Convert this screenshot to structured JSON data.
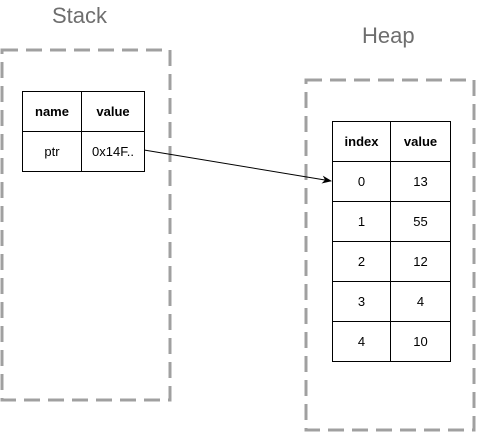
{
  "stack": {
    "title": "Stack",
    "headers": {
      "name": "name",
      "value": "value"
    },
    "rows": [
      {
        "name": "ptr",
        "value": "0x14F.."
      }
    ]
  },
  "heap": {
    "title": "Heap",
    "headers": {
      "index": "index",
      "value": "value"
    },
    "rows": [
      {
        "index": "0",
        "value": "13"
      },
      {
        "index": "1",
        "value": "55"
      },
      {
        "index": "2",
        "value": "12"
      },
      {
        "index": "3",
        "value": "4"
      },
      {
        "index": "4",
        "value": "10"
      }
    ]
  },
  "colors": {
    "region_border": "#a0a0a0",
    "region_title": "#6e6e6e",
    "cell_border": "#000000",
    "arrow": "#000000"
  }
}
